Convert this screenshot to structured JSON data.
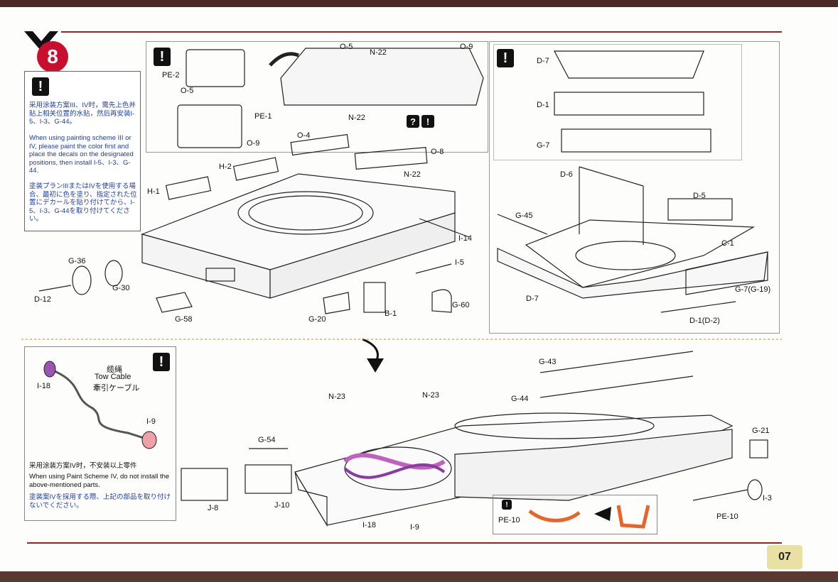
{
  "step": {
    "number": "8"
  },
  "note_top": {
    "zh": "采用涂装方案III、IV时，需先上色并贴上相关位置的水贴，然后再安装I-5、I-3、G-44。",
    "en": "When using painting scheme III or IV, please paint the color first and place the decals on the designated positions, then install I-5、I-3、G-44.",
    "ja": "塗装プランIIIまたはIVを使用する場合、最初に色を塗り、指定された位置にデカールを貼り付けてから、I-5、I-3、G-44を取り付けてください。"
  },
  "note_bottom": {
    "zh": "采用涂装方案IV时，不安装以上零件",
    "en": "When using Paint Scheme IV, do not install the above-mentioned parts.",
    "ja": "塗装案IVを採用する際、上記の部品を取り付けないでください。"
  },
  "tow_cable": {
    "zh": "缆绳",
    "en": "Tow Cable",
    "ja": "牽引ケーブル"
  },
  "warn_symbol": "!",
  "question_symbol": "?",
  "page_number": "07",
  "labels_top_left": [
    "PE-2",
    "O-5",
    "PE-1",
    "O-9",
    "O-5",
    "N-22",
    "O-9",
    "N-22",
    "O-4",
    "O-8",
    "H-2",
    "N-22",
    "H-1",
    "I-14",
    "I-5",
    "G-36",
    "G-30",
    "D-12",
    "G-58",
    "G-20",
    "B-1",
    "G-60"
  ],
  "labels_top_right": [
    "D-7",
    "D-1",
    "G-7",
    "D-6",
    "D-5",
    "G-45",
    "C-1",
    "D-7",
    "G-7(G-19)",
    "D-1(D-2)"
  ],
  "labels_bottom": [
    "I-18",
    "I-9",
    "G-43",
    "G-44",
    "N-23",
    "N-23",
    "G-54",
    "G-21",
    "J-8",
    "J-10",
    "I-18",
    "I-9",
    "I-3",
    "PE-10",
    "PE-10"
  ],
  "colors": {
    "accent_red": "#c8102e",
    "line_red": "#a0202a",
    "note_blue": "#1e3ea8"
  }
}
